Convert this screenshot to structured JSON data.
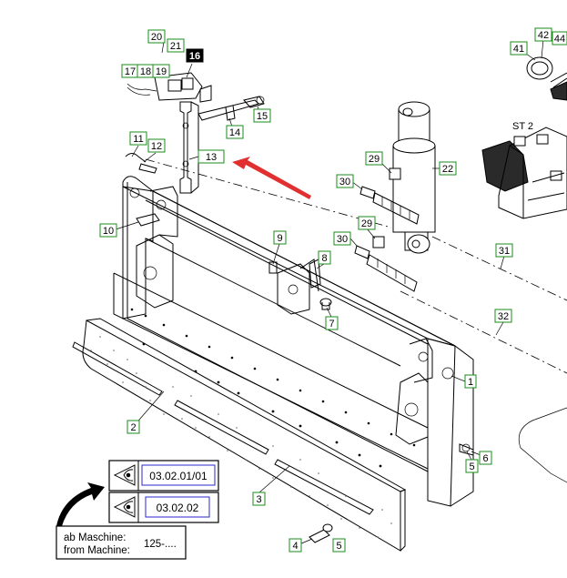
{
  "callouts": [
    {
      "id": "c1",
      "text": "1"
    },
    {
      "id": "c2",
      "text": "2"
    },
    {
      "id": "c3",
      "text": "3"
    },
    {
      "id": "c4",
      "text": "4"
    },
    {
      "id": "c5a",
      "text": "5"
    },
    {
      "id": "c5b",
      "text": "5"
    },
    {
      "id": "c6",
      "text": "6"
    },
    {
      "id": "c7",
      "text": "7"
    },
    {
      "id": "c8",
      "text": "8"
    },
    {
      "id": "c9",
      "text": "9"
    },
    {
      "id": "c10",
      "text": "10"
    },
    {
      "id": "c11",
      "text": "11"
    },
    {
      "id": "c12",
      "text": "12"
    },
    {
      "id": "c13",
      "text": "13"
    },
    {
      "id": "c14",
      "text": "14"
    },
    {
      "id": "c15",
      "text": "15"
    },
    {
      "id": "c16",
      "text": "16"
    },
    {
      "id": "c17",
      "text": "17"
    },
    {
      "id": "c18",
      "text": "18"
    },
    {
      "id": "c19",
      "text": "19"
    },
    {
      "id": "c20",
      "text": "20"
    },
    {
      "id": "c21",
      "text": "21"
    },
    {
      "id": "c22",
      "text": "22"
    },
    {
      "id": "c29a",
      "text": "29"
    },
    {
      "id": "c29b",
      "text": "29"
    },
    {
      "id": "c30a",
      "text": "30"
    },
    {
      "id": "c30b",
      "text": "30"
    },
    {
      "id": "c31",
      "text": "31"
    },
    {
      "id": "c32",
      "text": "32"
    },
    {
      "id": "c41",
      "text": "41"
    },
    {
      "id": "c42",
      "text": "42"
    },
    {
      "id": "c44",
      "text": "44"
    }
  ],
  "st2_label": "ST 2",
  "references": {
    "ref1": "03.02.01/01",
    "ref2": "03.02.02"
  },
  "from_machine": {
    "line1": "ab Maschine:",
    "line2": "from Machine:",
    "value": "125-....",
    "icon": "pointing-arrow-icon"
  },
  "eye_icon": "eye-icon",
  "colors": {
    "callout_border": "#1a8c1a",
    "highlight_arrow": "#e03030",
    "reference_border": "#2a2acc",
    "highlight_tag_bg": "#000000"
  }
}
